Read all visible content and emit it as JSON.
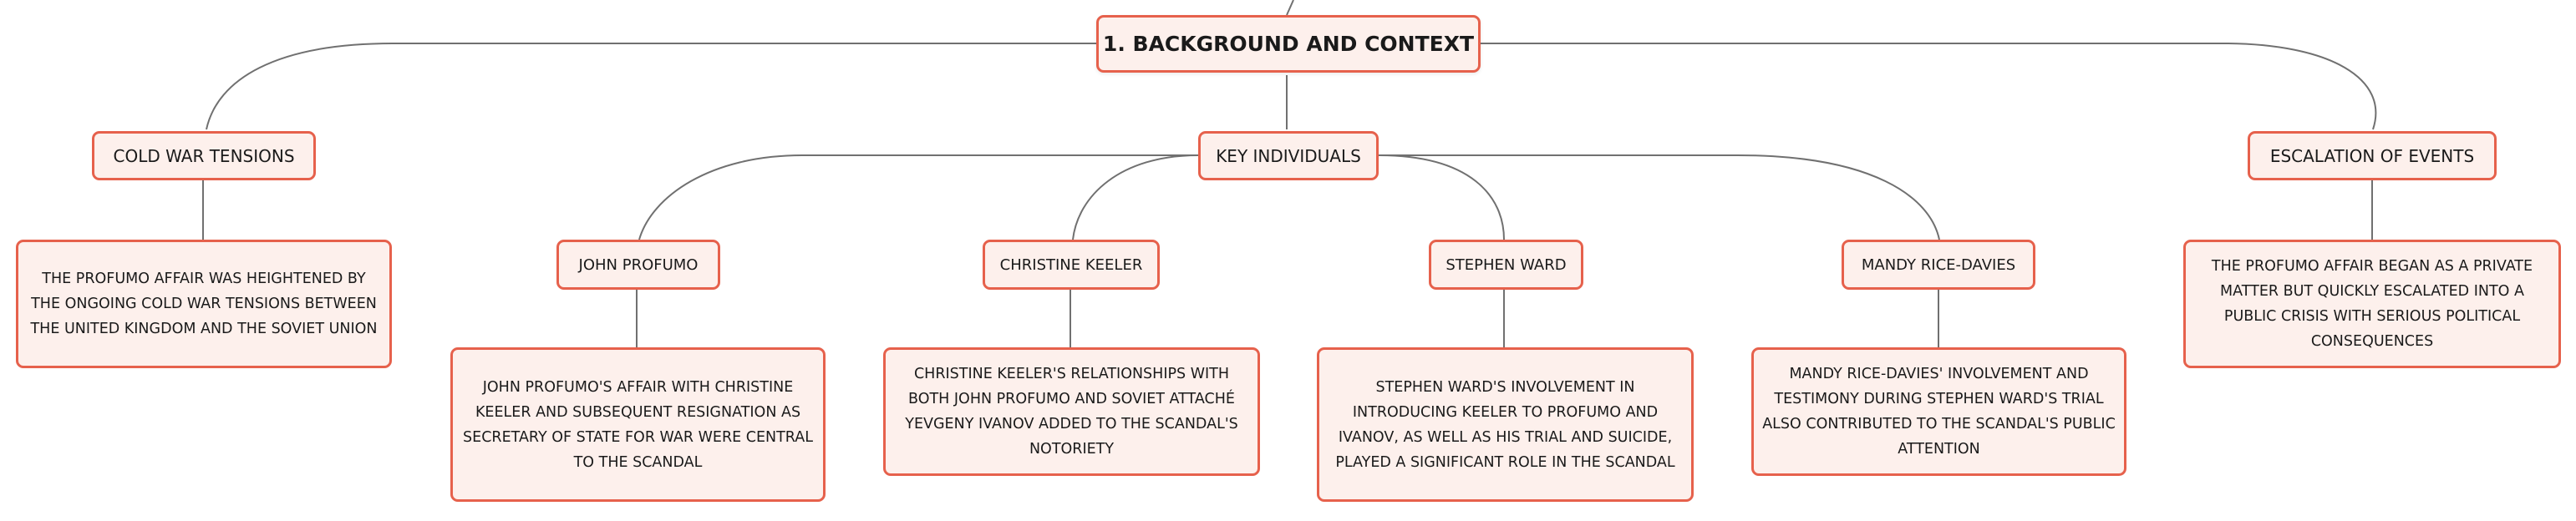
{
  "root": {
    "label": "1. BACKGROUND AND CONTEXT"
  },
  "branches": [
    {
      "label": "COLD WAR TENSIONS",
      "note": "THE PROFUMO AFFAIR WAS HEIGHTENED BY THE ONGOING COLD WAR TENSIONS BETWEEN THE UNITED KINGDOM AND THE SOVIET UNION"
    },
    {
      "label": "KEY INDIVIDUALS",
      "children": [
        {
          "label": "JOHN PROFUMO",
          "note": "JOHN PROFUMO'S AFFAIR WITH CHRISTINE KEELER AND SUBSEQUENT RESIGNATION AS SECRETARY OF STATE FOR WAR WERE CENTRAL TO THE SCANDAL"
        },
        {
          "label": "CHRISTINE KEELER",
          "note": "CHRISTINE KEELER'S RELATIONSHIPS WITH BOTH JOHN PROFUMO AND SOVIET ATTACHÉ YEVGENY IVANOV ADDED TO THE SCANDAL'S NOTORIETY"
        },
        {
          "label": "STEPHEN WARD",
          "note": "STEPHEN WARD'S INVOLVEMENT IN INTRODUCING KEELER TO PROFUMO AND IVANOV, AS WELL AS HIS TRIAL AND SUICIDE, PLAYED A SIGNIFICANT ROLE IN THE SCANDAL"
        },
        {
          "label": "MANDY RICE-DAVIES",
          "note": "MANDY RICE-DAVIES' INVOLVEMENT AND TESTIMONY DURING STEPHEN WARD'S TRIAL ALSO CONTRIBUTED TO THE SCANDAL'S PUBLIC ATTENTION"
        }
      ]
    },
    {
      "label": "ESCALATION OF EVENTS",
      "note": "THE PROFUMO AFFAIR BEGAN AS A PRIVATE MATTER BUT QUICKLY ESCALATED INTO A PUBLIC CRISIS WITH SERIOUS POLITICAL CONSEQUENCES"
    }
  ],
  "colors": {
    "border": "#e6614c",
    "fill": "#fdf0ec",
    "line": "#707070"
  }
}
